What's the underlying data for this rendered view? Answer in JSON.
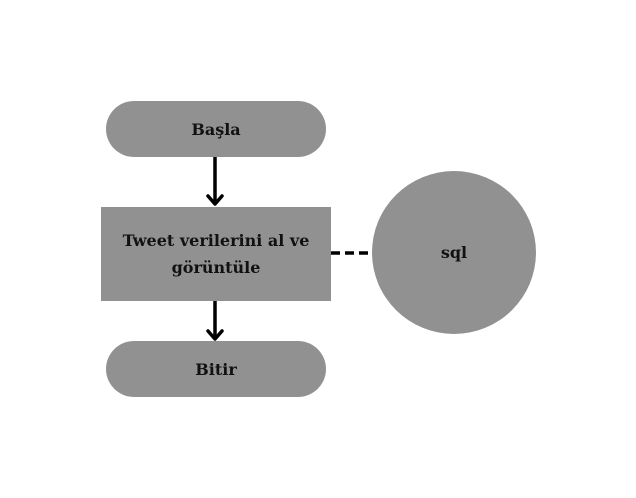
{
  "diagram": {
    "nodes": {
      "start": {
        "label": "Başla"
      },
      "process": {
        "label": "Tweet verilerini al ve görüntüle"
      },
      "end": {
        "label": "Bitir"
      },
      "database": {
        "label": "sql"
      }
    },
    "edges": [
      {
        "from": "start",
        "to": "process",
        "style": "solid-arrow"
      },
      {
        "from": "process",
        "to": "end",
        "style": "solid-arrow"
      },
      {
        "from": "process",
        "to": "database",
        "style": "dashed-line"
      }
    ],
    "colors": {
      "node_fill": "#919191",
      "text": "#111111",
      "line": "#000000",
      "background": "#ffffff"
    }
  }
}
